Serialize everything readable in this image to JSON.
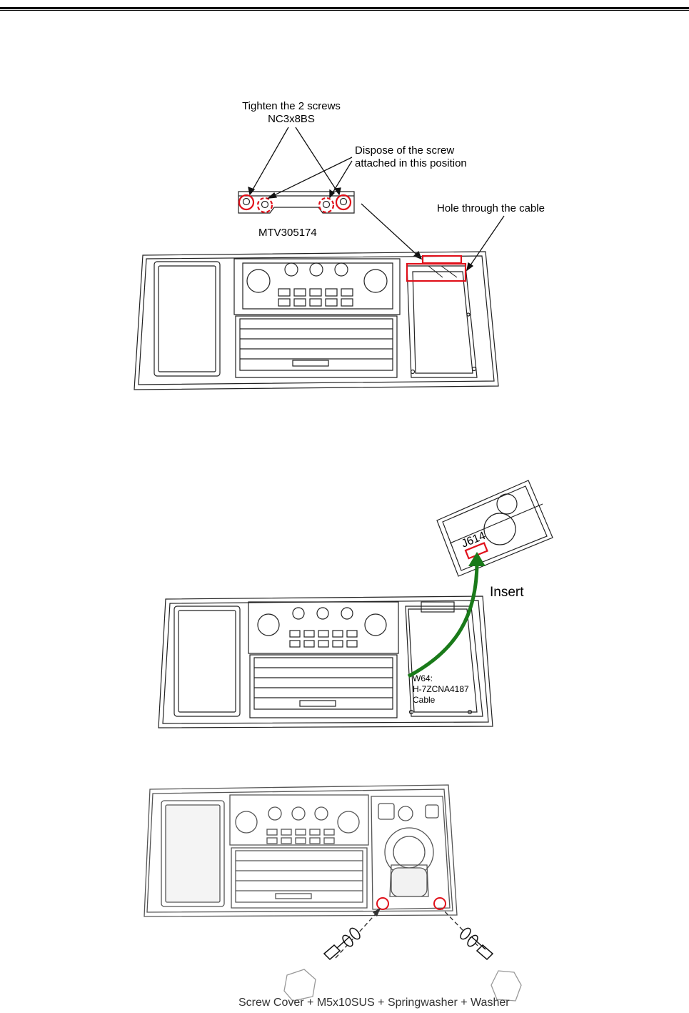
{
  "figure1": {
    "tighten_line1": "Tighten the 2 screws",
    "tighten_line2": "NC3x8BS",
    "dispose_line1": "Dispose of the screw",
    "dispose_line2": "attached in this position",
    "hole_label": "Hole through the cable",
    "part_label": "MTV305174"
  },
  "figure2": {
    "connector_label": "J614",
    "insert_label": "Insert",
    "cable_line1": "W64:",
    "cable_line2": "H-7ZCNA4187",
    "cable_line3": "Cable"
  },
  "figure3": {
    "caption": "Screw Cover + M5x10SUS + Springwasher + Washer"
  },
  "colors": {
    "highlight": "#e0101a",
    "arrow_green": "#1a7a1a",
    "line": "#222222"
  }
}
